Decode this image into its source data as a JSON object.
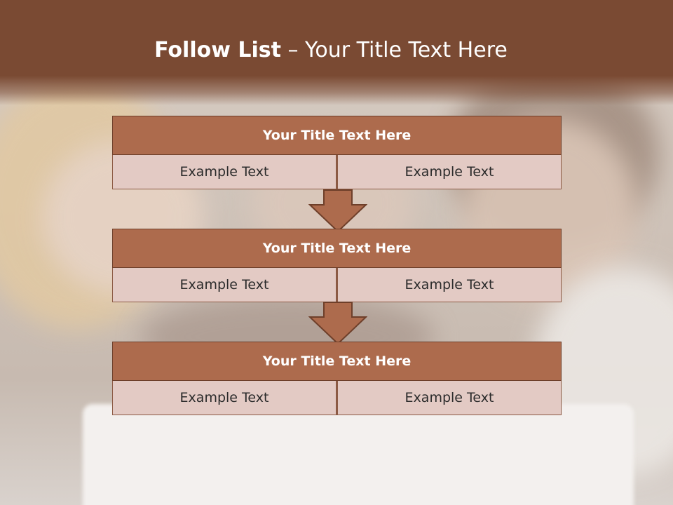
{
  "title": {
    "bold": "Follow List",
    "rest": " – Your Title Text Here"
  },
  "colors": {
    "header_bar": "#7a4a33",
    "block_title": "#ad6b4d",
    "block_cell": "#e3cac4",
    "arrow": "#ad6b4d"
  },
  "blocks": [
    {
      "title": "Your Title Text Here",
      "left": "Example Text",
      "right": "Example Text"
    },
    {
      "title": "Your Title Text Here",
      "left": "Example Text",
      "right": "Example Text"
    },
    {
      "title": "Your Title Text Here",
      "left": "Example Text",
      "right": "Example Text"
    }
  ]
}
